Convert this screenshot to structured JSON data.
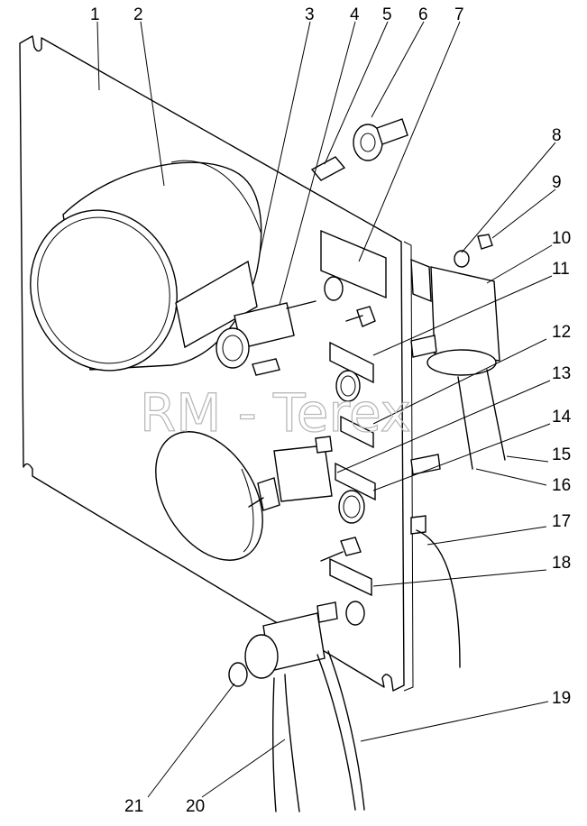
{
  "watermark": "RM - Terex",
  "callouts": [
    "1",
    "2",
    "3",
    "4",
    "5",
    "6",
    "7",
    "8",
    "9",
    "10",
    "11",
    "12",
    "13",
    "14",
    "15",
    "16",
    "17",
    "18",
    "19",
    "20",
    "21"
  ]
}
